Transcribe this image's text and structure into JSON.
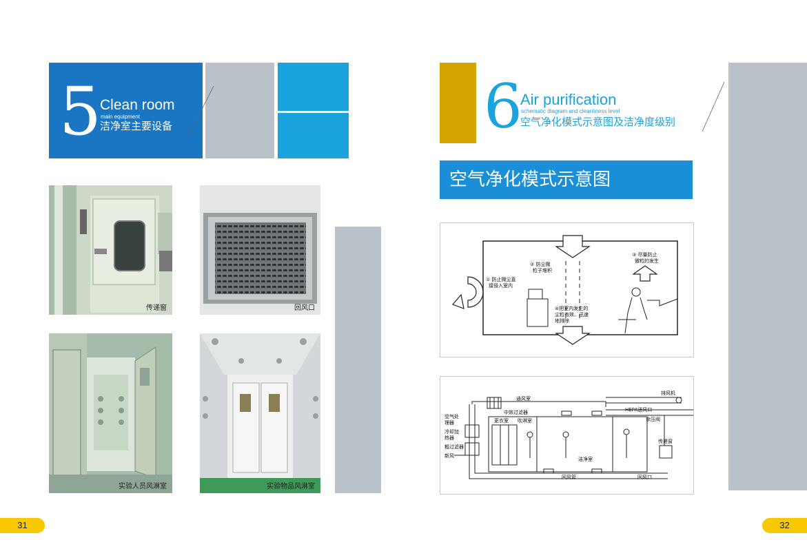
{
  "left_section": {
    "number": "5",
    "title": "Clean room",
    "subtitle": "main equipment",
    "title_cn": "洁净室主要设备"
  },
  "photos": [
    {
      "label": "传递窗"
    },
    {
      "label": "回风口"
    },
    {
      "label": "实验人员风淋室"
    },
    {
      "label": "实验物品风淋室"
    }
  ],
  "right_section": {
    "number": "6",
    "title": "Air purification",
    "subtitle": "schematic diagram and cleanliness level",
    "title_cn": "空气净化模式示意图及洁净度级别"
  },
  "banner": {
    "text": "空气净化模式示意图"
  },
  "diagram1": {
    "labels": [
      "① 防止微尘直",
      "接侵入室内",
      "② 防尘微",
      "粒子堆积",
      "③ 尽量防止",
      "微粒的发生",
      "④把室内发生的",
      "尘粒有效、迅速",
      "地排除"
    ]
  },
  "diagram2": {
    "labels": {
      "exhaust_fan": "排风机",
      "ventilation_room": "通风室",
      "medium_filter": "中效过滤器",
      "hepa_outlet": "HEPA送风口",
      "pressure_valve": "余压阀",
      "ahu_1": "空气处",
      "ahu_2": "理器",
      "cooler_1": "冷却加",
      "cooler_2": "热器",
      "coarse_filter": "粗过滤器",
      "fresh_air": "新风",
      "changing_room": "更衣室",
      "air_shower": "吹淋室",
      "clean_room": "洁净室",
      "pass_box": "传递窗",
      "return_duct": "回风管",
      "return_outlet": "回风口"
    }
  },
  "pages": {
    "left": "31",
    "right": "32"
  },
  "colors": {
    "blue": "#1a76c3",
    "cyan": "#1ba3dd",
    "gray": "#b9c2c8",
    "gold": "#d6a400",
    "page_tab": "#f8c800"
  }
}
